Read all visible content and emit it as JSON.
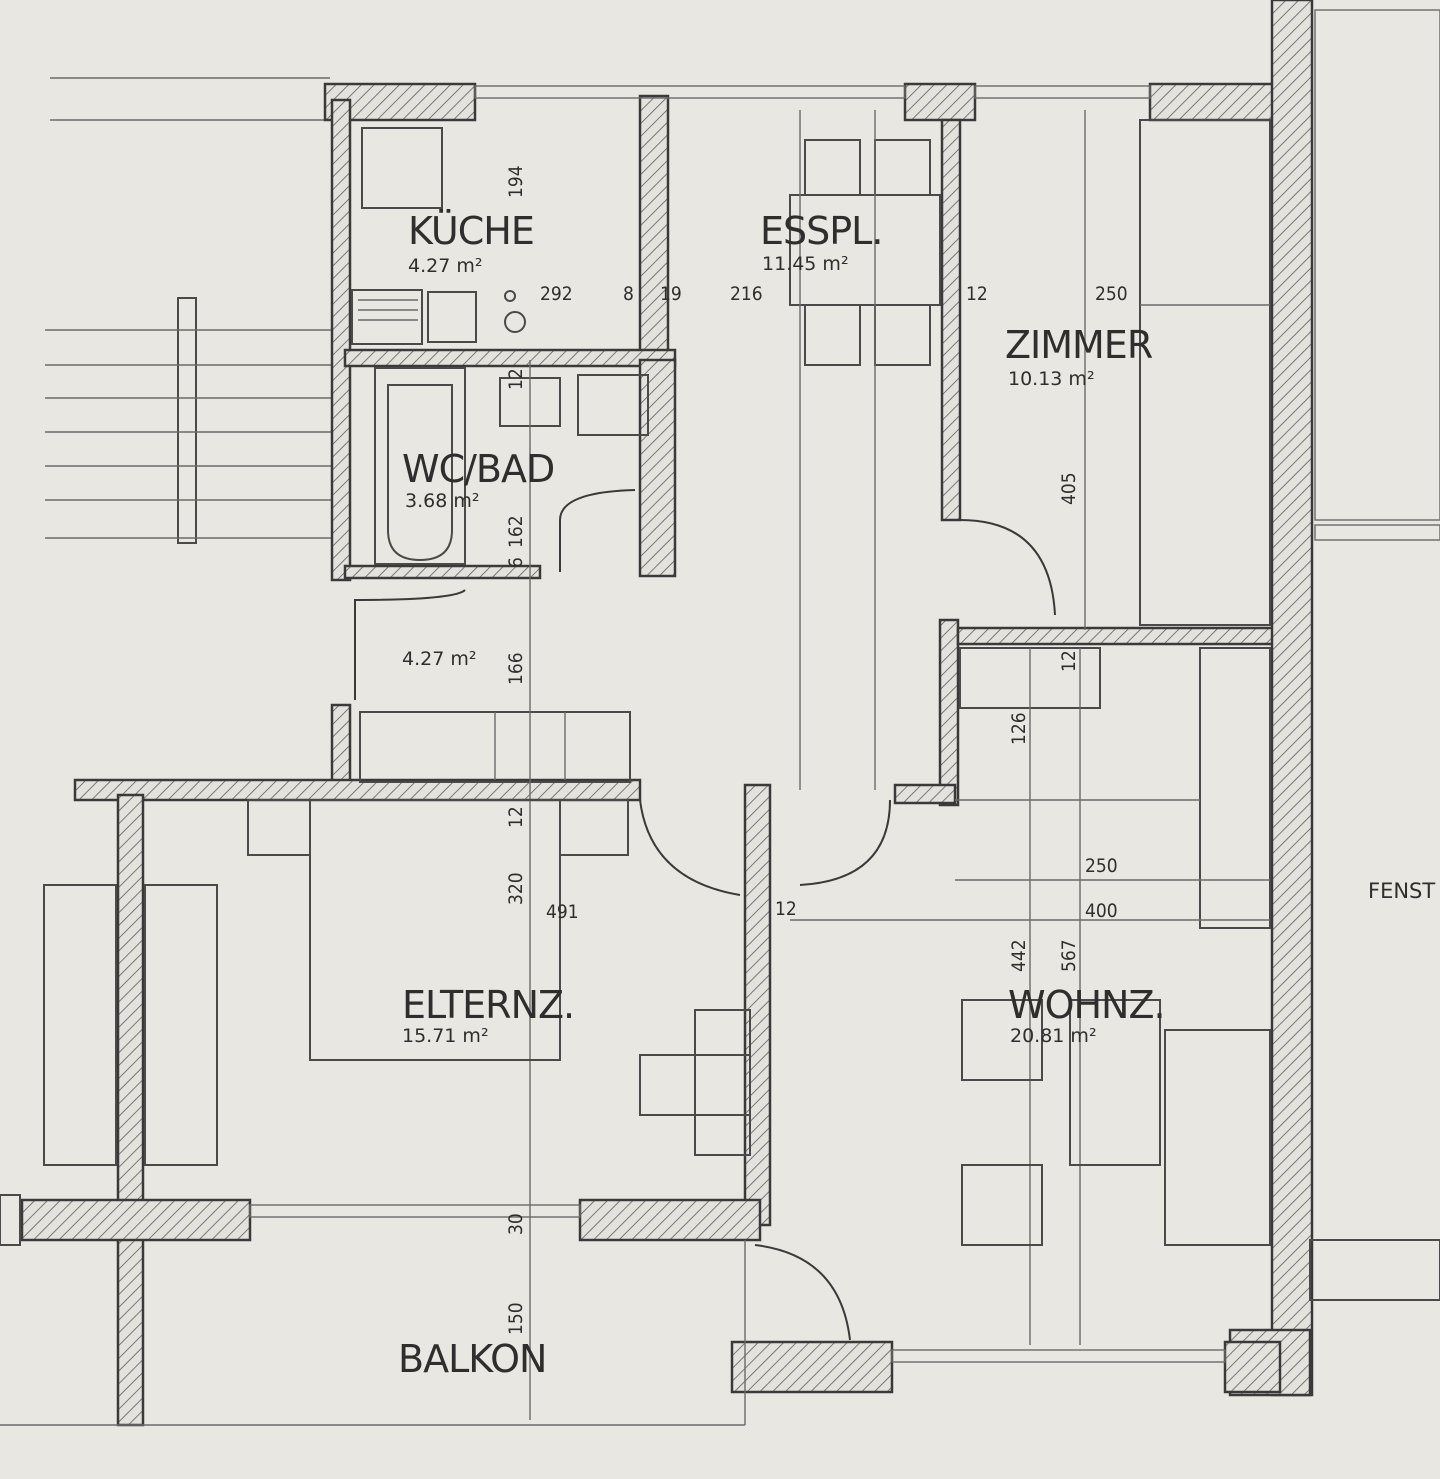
{
  "rooms": {
    "kueche": {
      "name": "KÜCHE",
      "area": "4.27 m²"
    },
    "esspl": {
      "name": "ESSPL.",
      "area": "11.45 m²"
    },
    "zimmer": {
      "name": "ZIMMER",
      "area": "10.13 m²"
    },
    "wcbad": {
      "name": "WC/BAD",
      "area": "3.68 m²"
    },
    "flur": {
      "area": "4.27 m²"
    },
    "elternz": {
      "name": "ELTERNZ.",
      "area": "15.71 m²"
    },
    "wohnz": {
      "name": "WOHNZ.",
      "area": "20.81 m²"
    },
    "balkon": {
      "name": "BALKON"
    }
  },
  "edge_text": "FENST",
  "dimensions": {
    "d194": "194",
    "d292": "292",
    "d8": "8",
    "d19": "19",
    "d216": "216",
    "d12a": "12",
    "d250a": "250",
    "d12b": "12",
    "d405": "405",
    "d6": "6",
    "d162": "162",
    "d166": "166",
    "d12c": "12",
    "d126": "126",
    "d12d": "12",
    "d320": "320",
    "d491": "491",
    "d12e": "12",
    "d250b": "250",
    "d400": "400",
    "d442": "442",
    "d567": "567",
    "d30": "30",
    "d150": "150"
  }
}
